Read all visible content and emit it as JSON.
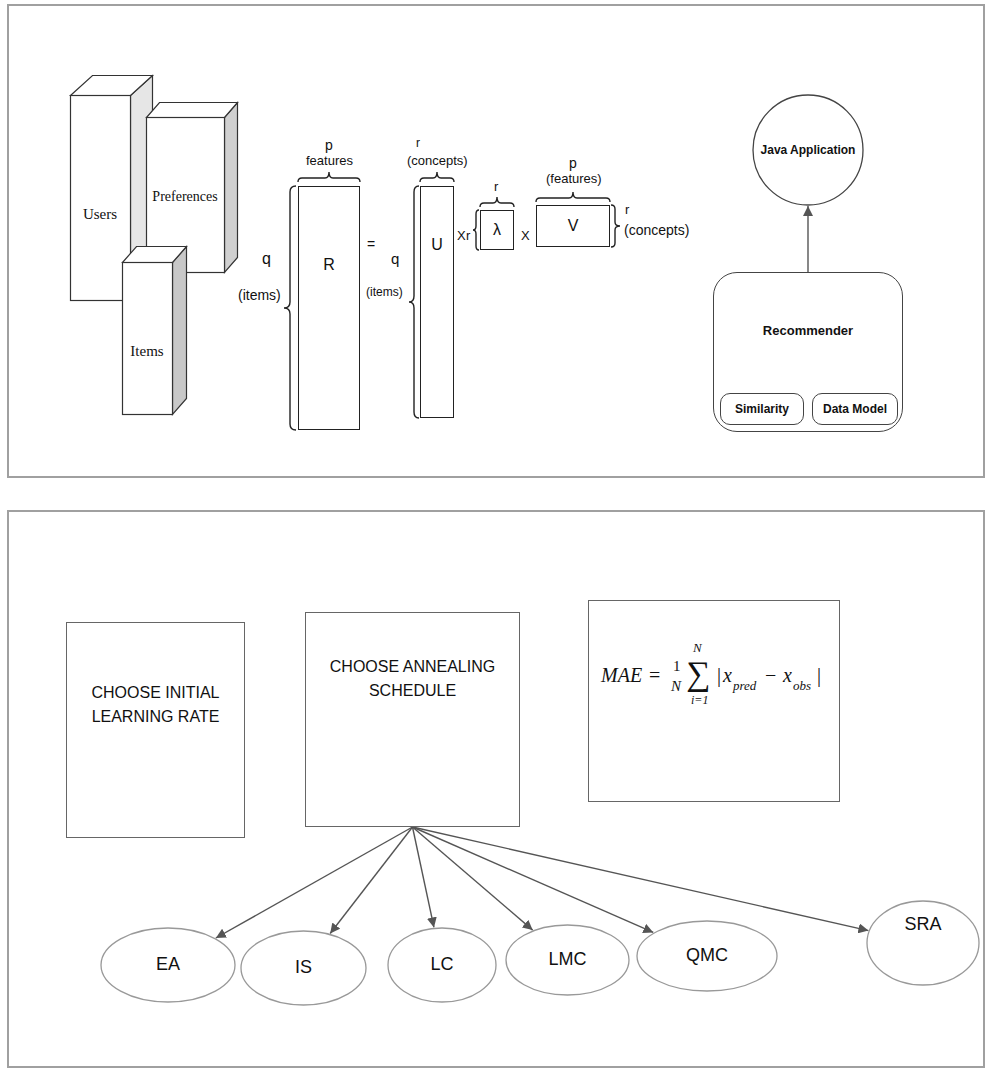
{
  "diagram": {
    "nodes": [
      {
        "text": [
          "Users"
        ]
      },
      {
        "text": [
          "Preferences"
        ]
      },
      {
        "text": [
          "Items"
        ]
      },
      {
        "text": [
          "R"
        ]
      },
      {
        "text": [
          "U"
        ]
      },
      {
        "text": [
          "λ"
        ]
      },
      {
        "text": [
          "V"
        ]
      },
      {
        "text": [
          "Java Application"
        ]
      },
      {
        "text": [
          "Recommender"
        ]
      },
      {
        "text": [
          "Similarity"
        ],
        "in": 8
      },
      {
        "text": [
          "Data Model"
        ],
        "in": 8
      },
      {
        "text": [
          "CHOOSE INITIAL LEARNING RATE"
        ]
      },
      {
        "text": [
          "CHOOSE ANNEALING SCHEDULE"
        ]
      },
      {
        "text": [
          "MAE",
          "=",
          "1",
          "N",
          "N",
          "∑",
          "i=1",
          "|",
          "x",
          "pred",
          "−",
          "x",
          "obs",
          "|"
        ]
      },
      {
        "text": [
          "EA"
        ]
      },
      {
        "text": [
          "IS"
        ]
      },
      {
        "text": [
          "LC"
        ]
      },
      {
        "text": [
          "LMC"
        ]
      },
      {
        "text": [
          "QMC"
        ]
      },
      {
        "text": [
          "SRA"
        ]
      }
    ],
    "edges": [
      {
        "from": 8,
        "to": 7,
        "arrow": "to"
      },
      {
        "from": 12,
        "to": 14,
        "arrow": "to"
      },
      {
        "from": 12,
        "to": 15,
        "arrow": "to"
      },
      {
        "from": 12,
        "to": 16,
        "arrow": "to"
      },
      {
        "from": 12,
        "to": 17,
        "arrow": "to"
      },
      {
        "from": 12,
        "to": 18,
        "arrow": "to"
      },
      {
        "from": 12,
        "to": 19,
        "arrow": "to"
      }
    ],
    "labels": [
      "p",
      "features",
      "q",
      "(items)",
      "=",
      "r",
      "(concepts)",
      "q",
      "(items)",
      "X",
      "r",
      "r",
      "X",
      "p",
      "(features)",
      "r",
      "(concepts)"
    ]
  }
}
